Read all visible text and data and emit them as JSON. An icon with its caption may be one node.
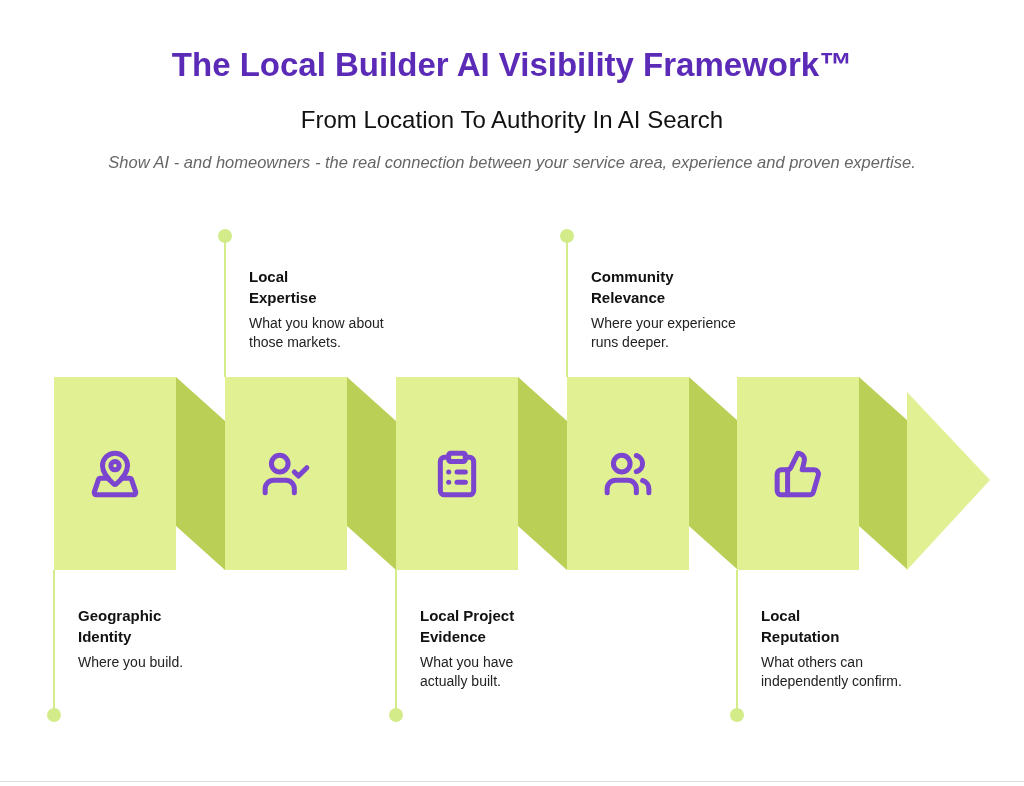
{
  "diagram": {
    "title": "The Local Builder AI Visibility Framework™",
    "nodes": [
      {
        "text": [
          "Geographic Identity",
          "Where you build."
        ]
      },
      {
        "text": [
          "Local Expertise",
          "What you know about those markets."
        ]
      },
      {
        "text": [
          "Local Project Evidence",
          "What you have actually built."
        ]
      },
      {
        "text": [
          "Community Relevance",
          "Where your experience runs deeper."
        ]
      },
      {
        "text": [
          "Local Reputation",
          "What others can independently confirm."
        ]
      },
      {
        "text": [],
        "shape": "box"
      },
      {
        "text": [],
        "shape": "box"
      },
      {
        "text": [],
        "shape": "box"
      },
      {
        "text": [],
        "shape": "box"
      },
      {
        "text": [],
        "shape": "box"
      }
    ],
    "edges": [
      {
        "from": 0,
        "to": 5,
        "arrow": "other"
      },
      {
        "from": 1,
        "to": 6,
        "arrow": "other"
      },
      {
        "from": 2,
        "to": 7,
        "arrow": "other"
      },
      {
        "from": 3,
        "to": 8,
        "arrow": "other"
      },
      {
        "from": 4,
        "to": 9,
        "arrow": "other"
      }
    ],
    "labels": [
      "From Location To Authority In AI Search",
      "Show AI - and homeowners - the real connection between your service area, experience and proven expertise."
    ]
  }
}
